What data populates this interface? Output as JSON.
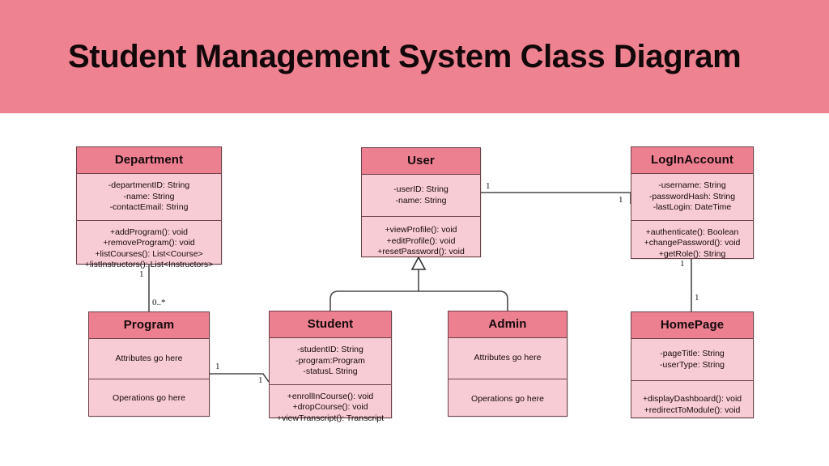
{
  "banner": {
    "title": "Student Management System Class Diagram",
    "background_color": "#ee8290"
  },
  "theme": {
    "class_header_color": "#ec8090",
    "class_body_color": "#f8ccd4",
    "border_color": "#6b4147",
    "connector_color": "#4a4a4a",
    "page_background": "#ffffff"
  },
  "classes": {
    "department": {
      "name": "Department",
      "attributes": [
        "-departmentID: String",
        "-name: String",
        "-contactEmail: String"
      ],
      "operations": [
        "+addProgram(): void",
        "+removeProgram(): void",
        "+listCourses(): List<Course>",
        "+listInstructors(): List<Instructors>"
      ]
    },
    "user": {
      "name": "User",
      "attributes": [
        "-userID: String",
        "-name: String"
      ],
      "operations": [
        "+viewProfile(): void",
        "+editProfile(): void",
        "+resetPassword(): void"
      ]
    },
    "loginaccount": {
      "name": "LogInAccount",
      "attributes": [
        "-username: String",
        "-passwordHash: String",
        "-lastLogin: DateTime"
      ],
      "operations": [
        "+authenticate(): Boolean",
        "+changePassword(): void",
        "+getRole(): String"
      ]
    },
    "program": {
      "name": "Program",
      "attributes_placeholder": "Attributes go here",
      "operations_placeholder": "Operations go here"
    },
    "student": {
      "name": "Student",
      "attributes": [
        "-studentID: String",
        "-program:Program",
        "-statusL String"
      ],
      "operations": [
        "+enrollInCourse(): void",
        "+dropCourse(): void",
        "+viewTranscript(): Transcript"
      ]
    },
    "admin": {
      "name": "Admin",
      "attributes_placeholder": "Attributes go here",
      "operations_placeholder": "Operations go here"
    },
    "homepage": {
      "name": "HomePage",
      "attributes": [
        "-pageTitle: String",
        "-userType: String"
      ],
      "operations": [
        "+displayDashboard(): void",
        "+redirectToModule(): void"
      ]
    }
  },
  "relationships": {
    "department_program": {
      "type": "association",
      "from": "Department",
      "to": "Program",
      "source_multiplicity": "1",
      "target_multiplicity": "0..*"
    },
    "program_student": {
      "type": "association",
      "from": "Program",
      "to": "Student",
      "source_multiplicity": "1",
      "target_multiplicity": "1"
    },
    "user_loginaccount": {
      "type": "association",
      "from": "User",
      "to": "LogInAccount",
      "source_multiplicity": "1",
      "target_multiplicity": "1"
    },
    "loginaccount_homepage": {
      "type": "association",
      "from": "LogInAccount",
      "to": "HomePage",
      "source_multiplicity": "1",
      "target_multiplicity": "1"
    },
    "student_generalization": {
      "type": "generalization",
      "from": "Student",
      "to": "User"
    },
    "admin_generalization": {
      "type": "generalization",
      "from": "Admin",
      "to": "User"
    }
  }
}
